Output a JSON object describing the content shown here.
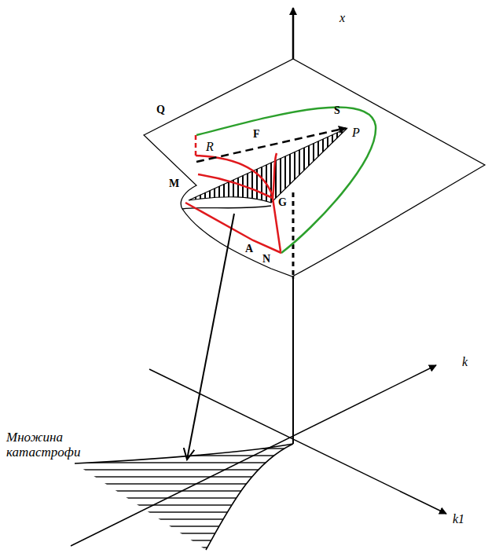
{
  "diagram": {
    "labels": [
      "x",
      "Q",
      "S",
      "R",
      "F",
      "P",
      "M",
      "G",
      "A",
      "N",
      "k",
      "k1",
      "Множина катастрофи"
    ]
  }
}
